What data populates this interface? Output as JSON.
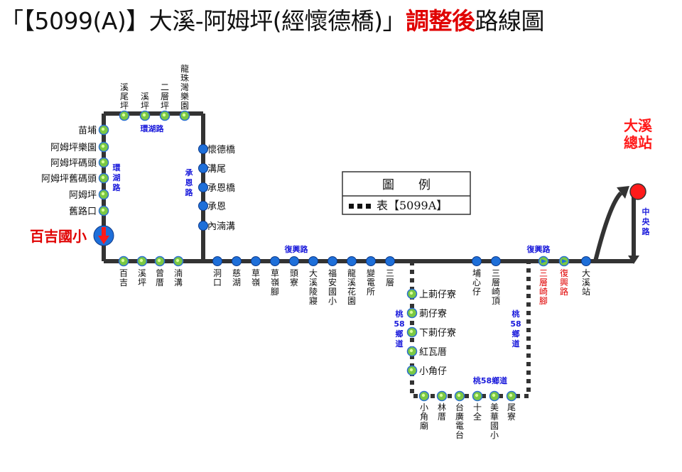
{
  "title": {
    "left": "「【5099(A)】大溪-阿姆坪(經懷德橋)」",
    "highlight": "調整後",
    "right": "路線圖"
  },
  "legend": {
    "heading": "圖　　例",
    "item": "表【5099A】"
  },
  "colors": {
    "route": "#333333",
    "stop_blue": "#1e6fd9",
    "stop_green_dot": "#8ee04a",
    "terminal": "#ff1a1a",
    "road_label": "#1a1adb",
    "highlight": "#e00000"
  },
  "terminals": {
    "start": "百吉國小",
    "end": "大溪總站"
  },
  "roads": {
    "huanhu_top": "環湖路",
    "huanhu_left": "環湖路",
    "chengen": "承恩路",
    "fuxing_1": "復興路",
    "fuxing_2": "復興路",
    "zhongyang": "中央路",
    "tao58_left": "桃58鄉道",
    "tao58_right": "桃58鄉道",
    "tao58_bottom": "桃58鄉道"
  },
  "stops": {
    "left_column": [
      "苗埔",
      "阿姆坪樂園",
      "阿姆坪碼頭",
      "阿姆坪舊碼頭",
      "阿姆坪",
      "舊路口"
    ],
    "top_row": [
      "溪尾坪",
      "溪坪",
      "二層坪",
      "龍珠灣樂園"
    ],
    "right_column": [
      "懷德橋",
      "溝尾",
      "承恩橋",
      "承恩",
      "內湳溝"
    ],
    "bottom_left": [
      "百吉",
      "溪坪",
      "曾厝",
      "湳溝"
    ],
    "main_row": [
      "洞口",
      "慈湖",
      "草嶺",
      "草嶺腳",
      "頭寮",
      "大溪陵寢",
      "福安國小",
      "龍溪花園",
      "變電所",
      "三層"
    ],
    "loop_left": [
      "上莿仔寮",
      "莿仔寮",
      "下莿仔寮",
      "紅瓦厝",
      "小角仔"
    ],
    "loop_bottom": [
      "小角廟",
      "林厝",
      "台廣電台",
      "十全",
      "美華國小",
      "尾寮"
    ],
    "right_main": [
      "埔心仔",
      "三層崎頂"
    ],
    "new_stops": [
      "三層崎腳",
      "復興路"
    ],
    "end_stop": "大溪站"
  }
}
